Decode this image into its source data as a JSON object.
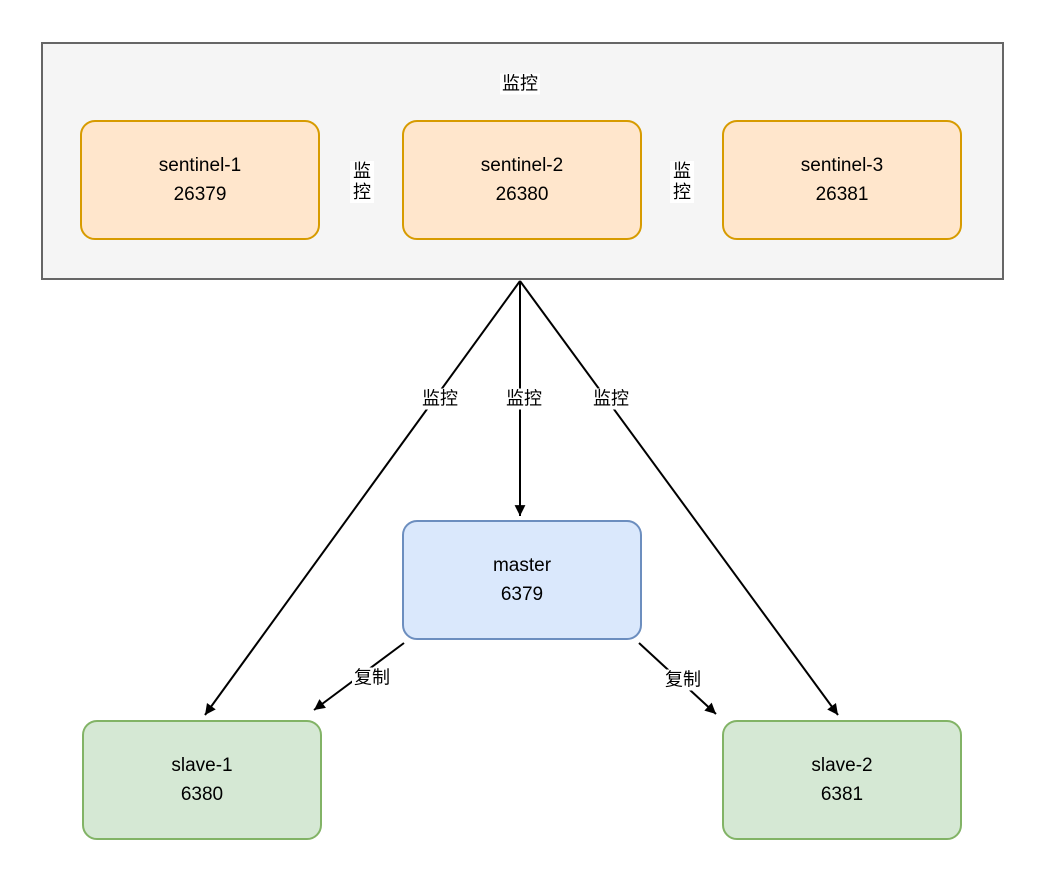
{
  "nodes": {
    "sentinel1": {
      "name": "sentinel-1",
      "port": "26379"
    },
    "sentinel2": {
      "name": "sentinel-2",
      "port": "26380"
    },
    "sentinel3": {
      "name": "sentinel-3",
      "port": "26381"
    },
    "master": {
      "name": "master",
      "port": "6379"
    },
    "slave1": {
      "name": "slave-1",
      "port": "6380"
    },
    "slave2": {
      "name": "slave-2",
      "port": "6381"
    }
  },
  "edge_labels": {
    "monitor": "监控",
    "replicate": "复制"
  },
  "colors": {
    "sentinel_fill": "#FFE6CC",
    "sentinel_border": "#D79B00",
    "master_fill": "#DAE8FC",
    "master_border": "#6C8EBF",
    "slave_fill": "#D5E8D4",
    "slave_border": "#82B366",
    "group_fill": "#F5F5F5",
    "group_border": "#666666",
    "edge_color": "#000000",
    "background": "#FFFFFF"
  }
}
